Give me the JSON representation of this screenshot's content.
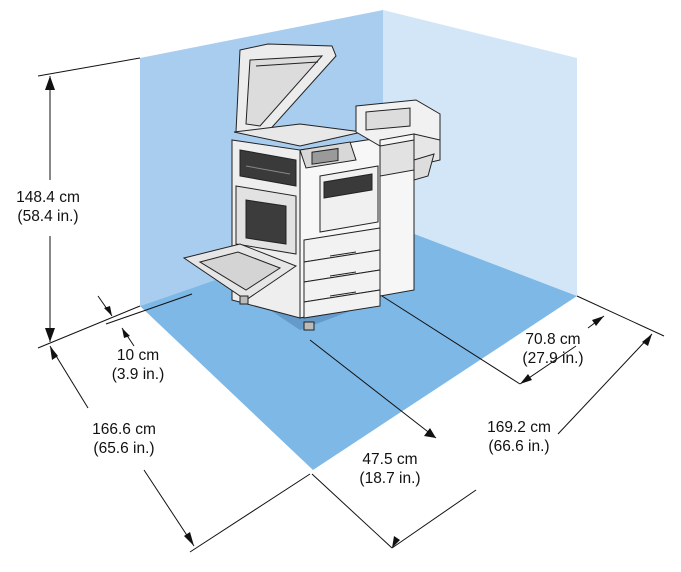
{
  "dimensions": {
    "height": {
      "metric": "148.4 cm",
      "imperial": "(58.4 in.)"
    },
    "left_gap": {
      "metric": "10 cm",
      "imperial": "(3.9 in.)"
    },
    "depth": {
      "metric": "166.6 cm",
      "imperial": "(65.6 in.)"
    },
    "front_gap": {
      "metric": "47.5 cm",
      "imperial": "(18.7 in.)"
    },
    "right_gap": {
      "metric": "70.8 cm",
      "imperial": "(27.9 in.)"
    },
    "width": {
      "metric": "169.2 cm",
      "imperial": "(66.6 in.)"
    }
  },
  "colors": {
    "floor": "#7db8e6",
    "back_wall": "#a9cdef",
    "side_wall": "#d3e6f8",
    "line": "#111111"
  }
}
